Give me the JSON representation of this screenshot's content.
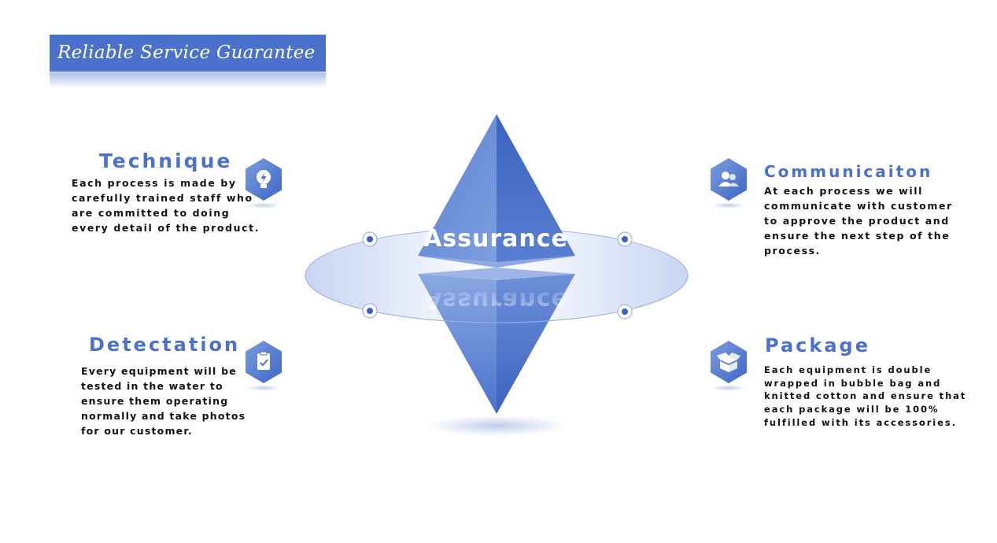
{
  "banner": {
    "title": "Reliable Service Guarantee"
  },
  "center": {
    "label": "Assurance",
    "reflection": "Assurance"
  },
  "blocks": {
    "technique": {
      "title": "Technique",
      "lines": [
        "Each process is made by",
        "carefully trained staff who",
        "are committed to doing",
        "every detail of the product."
      ],
      "icon": "lightbulb-icon"
    },
    "detectation": {
      "title": "Detectation",
      "lines": [
        "Every equipment will be",
        "tested in the water to",
        "ensure them operating",
        "normally and take photos",
        "for our customer."
      ],
      "icon": "checklist-icon"
    },
    "communication": {
      "title": "Communicaiton",
      "lines": [
        "At each process we will",
        "communicate with customer",
        "to approve the product and",
        "ensure the next step of the",
        "process."
      ],
      "icon": "users-icon"
    },
    "package": {
      "title": "Package",
      "lines": [
        "Each equipment is double",
        "wrapped in bubble bag and",
        "knitted cotton and ensure that",
        "each package will be 100%",
        "fulfilled with its accessories."
      ],
      "icon": "box-icon"
    }
  },
  "colors": {
    "accent": "#4a72cc",
    "accent_dark": "#3a62bf",
    "text": "#111111"
  }
}
